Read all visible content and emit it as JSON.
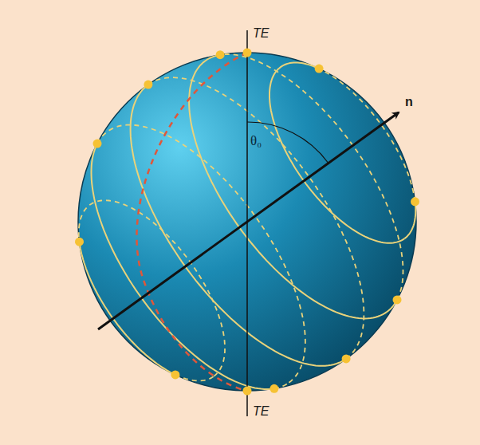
{
  "diagram": {
    "labels": [
      "TE",
      "TE",
      "n",
      "θ₀"
    ]
  }
}
